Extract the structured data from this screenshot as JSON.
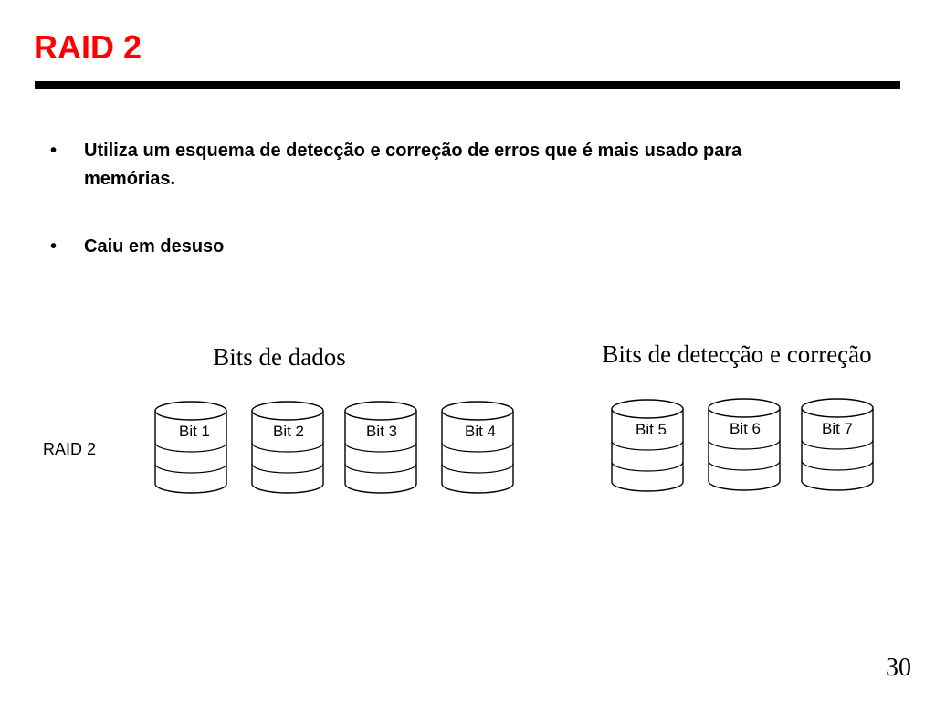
{
  "slide": {
    "title": "RAID 2",
    "bullets": [
      "Utiliza um esquema de detecção e correção de erros que é mais usado para memórias.",
      "Caiu em desuso"
    ],
    "bullet_symbol": "•",
    "page_number": "30"
  },
  "diagram": {
    "row_label": "RAID 2",
    "groups": [
      {
        "title": "Bits de dados",
        "disks": [
          "Bit 1",
          "Bit 2",
          "Bit 3",
          "Bit 4"
        ]
      },
      {
        "title": "Bits de detecção e correção",
        "disks": [
          "Bit 5",
          "Bit 6",
          "Bit 7"
        ]
      }
    ]
  },
  "colors": {
    "title": "#ff0000",
    "rule": "#000000",
    "text": "#000000"
  }
}
